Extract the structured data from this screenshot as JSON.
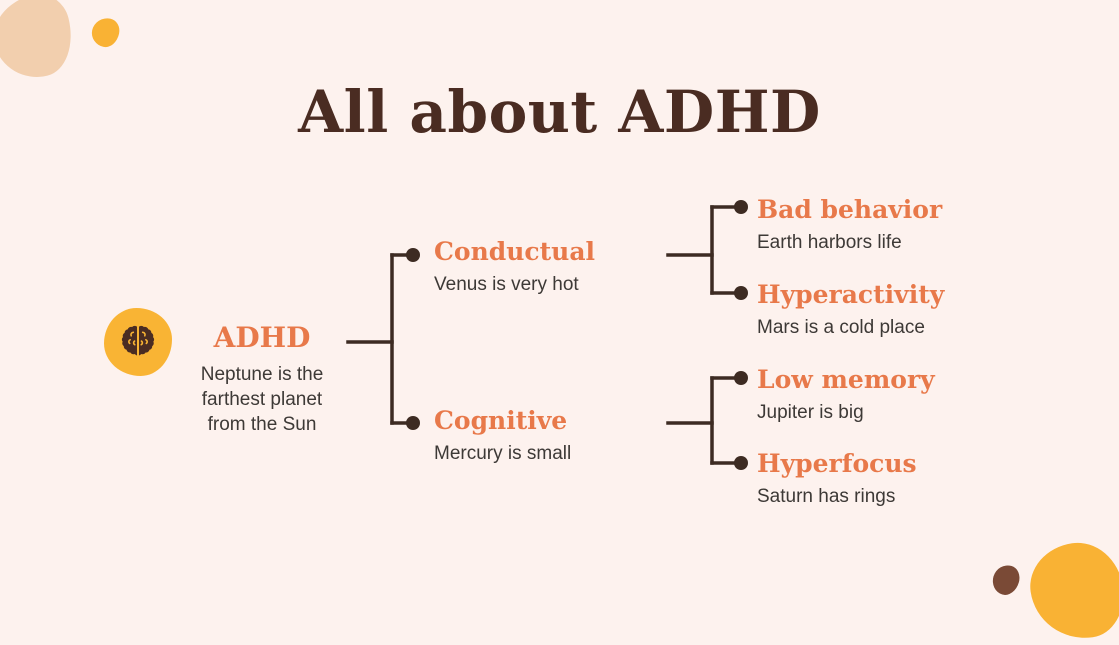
{
  "slide": {
    "title": "All about ADHD",
    "background_color": "#fdf2ee",
    "accent_color": "#e8794a",
    "title_color": "#4a2c22",
    "badge_color": "#f9b434",
    "connector_color": "#3d2b22",
    "body_text_color": "#3d3936"
  },
  "decorations": [
    {
      "name": "top-left-large-blob",
      "color": "#f2cfae"
    },
    {
      "name": "top-left-small-blob",
      "color": "#f9b234"
    },
    {
      "name": "bottom-right-large-blob",
      "color": "#f9b234"
    },
    {
      "name": "bottom-right-small-blob",
      "color": "#7a4a36"
    }
  ],
  "diagram": {
    "root": {
      "icon": "brain-icon",
      "title": "ADHD",
      "description": "Neptune is the farthest planet from the Sun"
    },
    "level2": [
      {
        "key": "conductual",
        "title": "Conductual",
        "description": "Venus is very hot"
      },
      {
        "key": "cognitive",
        "title": "Cognitive",
        "description": "Mercury is small"
      }
    ],
    "level3": [
      {
        "key": "bad-behavior",
        "parent": "conductual",
        "title": "Bad behavior",
        "description": "Earth harbors life"
      },
      {
        "key": "hyperactivity",
        "parent": "conductual",
        "title": "Hyperactivity",
        "description": "Mars is a cold place"
      },
      {
        "key": "low-memory",
        "parent": "cognitive",
        "title": "Low memory",
        "description": "Jupiter is big"
      },
      {
        "key": "hyperfocus",
        "parent": "cognitive",
        "title": "Hyperfocus",
        "description": "Saturn has rings"
      }
    ]
  }
}
